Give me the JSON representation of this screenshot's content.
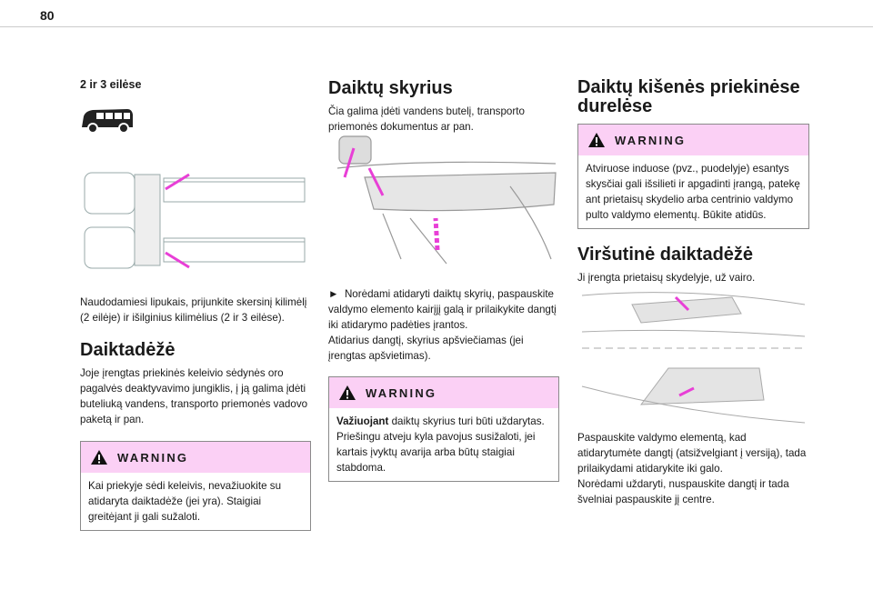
{
  "page_number": "80",
  "col1": {
    "subheading": "2 ir 3 eilėse",
    "mats_text": "Naudodamiesi lipukais, prijunkite skersinį kilimėlį (2 eilėje) ir išilginius kilimėlius (2 ir 3 eilėse).",
    "heading": "Daiktadėžė",
    "paragraph": "Joje įrengtas priekinės keleivio sėdynės oro pagalvės deaktyvavimo jungiklis, į ją galima įdėti buteliuką vandens, transporto priemonės vadovo paketą ir pan.",
    "warning": {
      "title": "WARNING",
      "text": "Kai priekyje sėdi keleivis, nevažiuokite su atidaryta daiktadėže (jei yra). Staigiai greitėjant ji gali sužaloti."
    }
  },
  "col2": {
    "heading": "Daiktų skyrius",
    "intro": "Čia galima įdėti vandens butelį, transporto priemonės dokumentus ar pan.",
    "bullet": "►",
    "step": "Norėdami atidaryti daiktų skyrių, paspauskite valdymo elemento kairįjį galą ir prilaikykite dangtį iki atidarymo padėties įrantos.",
    "note": "Atidarius dangtį, skyrius apšviečiamas (jei įrengtas apšvietimas).",
    "warning": {
      "title": "WARNING",
      "bold": "Važiuojant",
      "text": " daiktų skyrius turi būti uždarytas. Priešingu atveju kyla pavojus susižaloti, jei kartais įvyktų avarija arba būtų staigiai stabdoma."
    }
  },
  "col3": {
    "heading": "Daiktų kišenės priekinėse durelėse",
    "warning": {
      "title": "WARNING",
      "text": "Atviruose induose (pvz., puodelyje) esantys skysčiai gali išsilieti ir apgadinti įrangą, patekę ant prietaisų skydelio arba centrinio valdymo pulto valdymo elementų. Būkite atidūs."
    },
    "heading2": "Viršutinė daiktadėžė",
    "intro": "Ji įrengta prietaisų skydelyje, už vairo.",
    "text1": "Paspauskite valdymo elementą, kad atidarytumėte dangtį (atsižvelgiant į versiją), tada prilaikydami atidarykite iki galo.",
    "text2": "Norėdami uždaryti, nuspauskite dangtį ir tada švelniai paspauskite jį centre."
  },
  "colors": {
    "warning_bg": "#fbd0f5",
    "arrow": "#e83fd6"
  }
}
